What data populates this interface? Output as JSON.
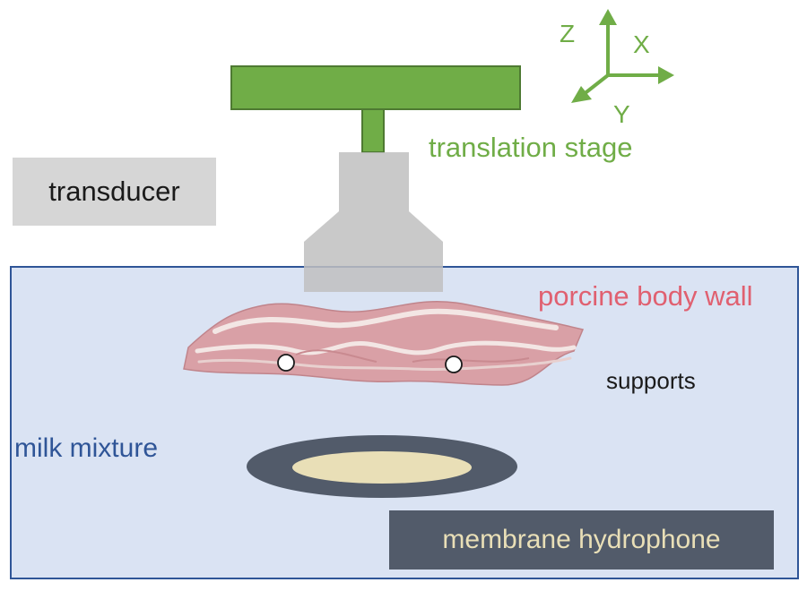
{
  "labels": {
    "transducer": "transducer",
    "translation_stage": "translation stage",
    "porcine_body_wall": "porcine body wall",
    "supports": "supports",
    "milk_mixture": "milk mixture",
    "membrane_hydrophone": "membrane hydrophone"
  },
  "axes": {
    "z": "Z",
    "x": "X",
    "y": "Y"
  },
  "colors": {
    "stage_green": "#70ad47",
    "transducer_gray": "#bfbfbf",
    "tank_fill": "#dae3f3",
    "tank_border": "#2f5597",
    "tissue_pink": "#d9a0a6",
    "tissue_dark": "#c98a90",
    "label_pink": "#e06070",
    "milk_blue": "#2f5597",
    "hydrophone_ring": "#525b6a",
    "hydrophone_center": "#e9dfb7"
  }
}
